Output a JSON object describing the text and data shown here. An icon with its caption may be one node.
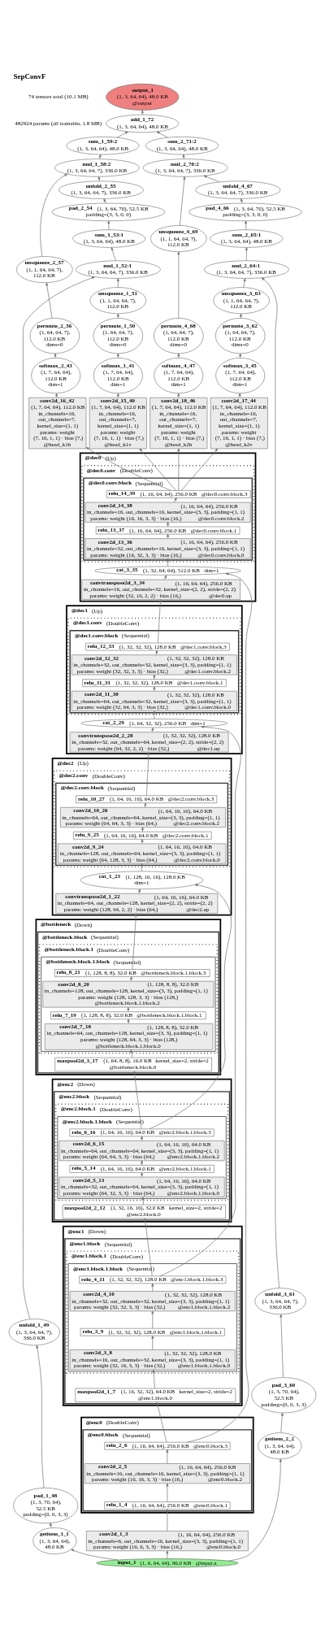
{
  "diagram": {
    "title": "SepConvF",
    "labels": [
      "74 tensors total (10.1 MB)",
      "482924 params (all trainable, 1.8 MB)"
    ],
    "nodes": [
      {
        "text": [
          "output_1",
          "(1, 3, 64, 64), 48.0 KB",
          "@output"
        ]
      },
      {
        "text": [
          "add_1_72",
          "(1, 3, 64, 64), 48.0 KB"
        ]
      },
      {
        "text": [
          "sum_1_59:2",
          "(1, 3, 64, 64), 48.0 KB"
        ]
      },
      {
        "text": [
          "sum_2_71:2",
          "(1, 3, 64, 64), 48.0 KB"
        ]
      },
      {
        "text": [
          "mul_1_58:2",
          "(1, 3, 64, 64, 7), 336.0 KB"
        ]
      },
      {
        "text": [
          "mul_2_70:2",
          "(1, 3, 64, 64, 7), 336.0 KB"
        ]
      },
      {
        "text": [
          "unfold_2_55",
          "(1, 3, 64, 64, 7), 336.0 KB"
        ]
      },
      {
        "text": [
          "unfold_4_67",
          "(1, 3, 64, 64, 7), 336.0 KB"
        ]
      },
      {
        "text": [
          "pad_2_54",
          "(1, 3, 64, 70), 52.5 KB",
          "padding=(3, 3, 0, 0)"
        ]
      },
      {
        "text": [
          "pad_4_66",
          "(1, 3, 64, 70), 52.5 KB",
          "padding=(3, 3, 0, 0)"
        ]
      },
      {
        "text": [
          "sum_1_53:1",
          "(1, 3, 64, 64), 48.0 KB"
        ]
      },
      {
        "text": [
          "sum_2_65:1",
          "(1, 3, 64, 64), 48.0 KB"
        ]
      },
      {
        "text": [
          "mul_1_52:1",
          "(1, 3, 64, 64, 7), 336.0 KB"
        ]
      },
      {
        "text": [
          "mul_2_64:1",
          "(1, 3, 64, 64, 7), 336.0 KB"
        ]
      },
      {
        "text": [
          "unsqueeze_1_51",
          "(1, 1, 64, 64, 7), 112.0 KB"
        ]
      },
      {
        "text": [
          "unsqueeze_2_57",
          "(1, 1, 64, 64, 7), 112.0 KB"
        ]
      },
      {
        "text": [
          "unsqueeze_3_63",
          "(1, 1, 64, 64, 7), 112.0 KB"
        ]
      },
      {
        "text": [
          "unsqueeze_4_69",
          "(1, 1, 64, 64, 7), 112.0 KB"
        ]
      },
      {
        "text": [
          "permute_1_50",
          "(1, 64, 64, 7), 112.0 KB",
          "dims=0"
        ]
      },
      {
        "text": [
          "permute_2_56",
          "(1, 64, 64, 7), 112.0 KB",
          "dims=0"
        ]
      },
      {
        "text": [
          "permute_3_62",
          "(1, 64, 64, 7), 112.0 KB",
          "dims=0"
        ]
      },
      {
        "text": [
          "permute_4_68",
          "(1, 64, 64, 7), 112.0 KB",
          "dims=0"
        ]
      },
      {
        "text": [
          "softmax_1_41",
          "(1, 7, 64, 64), 112.0 KB",
          "dim=1"
        ]
      },
      {
        "text": [
          "softmax_2_43",
          "(1, 7, 64, 64), 112.0 KB",
          "dim=1"
        ]
      },
      {
        "text": [
          "softmax_3_45",
          "(1, 7, 64, 64), 112.0 KB",
          "dim=1"
        ]
      },
      {
        "text": [
          "softmax_4_47",
          "(1, 7, 64, 64), 112.0 KB",
          "dim=1"
        ]
      },
      {
        "text": [
          "conv2d_15_40",
          "(1, 7, 64, 64), 112.0 KB",
          "in_channels=16, out_channels=7, kernel_size=(1, 1)",
          "params: weight (7, 16, 1, 1) · bias (7,)",
          "@head_k1v"
        ]
      },
      {
        "text": [
          "conv2d_16_42",
          "(1, 7, 64, 64), 112.0 KB",
          "in_channels=16, out_channels=7, kernel_size=(1, 1)",
          "params: weight (7, 16, 1, 1) · bias (7,)",
          "@head_k1h"
        ]
      },
      {
        "text": [
          "conv2d_17_44",
          "(1, 7, 64, 64), 112.0 KB",
          "in_channels=16, out_channels=7, kernel_size=(1, 1)",
          "params: weight (7, 16, 1, 1) · bias (7,)",
          "@head_k2v"
        ]
      },
      {
        "text": [
          "conv2d_18_46",
          "(1, 7, 64, 64), 112.0 KB",
          "in_channels=16, out_channels=7, kernel_size=(1, 1)",
          "params: weight (7, 16, 1, 1) · bias (7,)",
          "@head_k2h"
        ]
      },
      {
        "text": [
          "@dec0",
          "(Up)"
        ]
      },
      {
        "text": [
          "@dec0.conv",
          "(DoubleConv)"
        ],
        "in": 30
      },
      {
        "text": [
          "@dec0.conv.block",
          "(Sequential)"
        ],
        "in": 31
      },
      {
        "text": [
          "relu_14_39",
          "(1, 16, 64, 64), 256.0 KB",
          "@dec0.conv.block.3"
        ],
        "in": 32
      },
      {
        "text": [
          "conv2d_14_38",
          "(1, 16, 64, 64), 256.0 KB",
          "in_channels=16, out_channels=16, kernel_size=(3, 3), padding=(1, 1)",
          "params: weight (16, 16, 3, 3) · bias (16,)",
          "@dec0.conv.block.2"
        ],
        "in": 32
      },
      {
        "text": [
          "relu_13_37",
          "(1, 16, 64, 64), 256.0 KB",
          "@dec0.conv.block.1"
        ],
        "in": 32
      },
      {
        "text": [
          "conv2d_13_36",
          "(1, 16, 64, 64), 256.0 KB",
          "in_channels=32, out_channels=16, kernel_size=(3, 3), padding=(1, 1)",
          "params: weight (16, 32, 3, 3) · bias (16,)",
          "@dec0.conv.block.0"
        ],
        "in": 32
      },
      {
        "text": [
          "cat_3_35",
          "(1, 32, 64, 64), 512.0 KB",
          "dim=1"
        ],
        "in": 30
      },
      {
        "text": [
          "convtranspose2d_3_34",
          "(1, 16, 64, 64), 256.0 KB",
          "in_channels=16, out_channels=32, kernel_size=(2, 2), stride=(2, 2)",
          "params: weight (32, 16, 2, 2) · bias (16,)",
          "@dec0.up"
        ],
        "in": 30
      },
      {
        "text": [
          "@dec1",
          "(Up)"
        ]
      },
      {
        "text": [
          "@dec1.conv",
          "(DoubleConv)"
        ],
        "in": 39
      },
      {
        "text": [
          "@dec1.conv.block",
          "(Sequential)"
        ],
        "in": 40
      },
      {
        "text": [
          "relu_12_33",
          "(1, 32, 32, 32), 128.0 KB",
          "@dec1.conv.block.3"
        ],
        "in": 41
      },
      {
        "text": [
          "conv2d_12_32",
          "(1, 32, 32, 32), 128.0 KB",
          "in_channels=32, out_channels=32, kernel_size=(3, 3), padding=(1, 1)",
          "params: weight (32, 32, 3, 3) · bias (32,)",
          "@dec1.conv.block.2"
        ],
        "in": 41
      },
      {
        "text": [
          "relu_11_31",
          "(1, 32, 32, 32), 128.0 KB",
          "@dec1.conv.block.1"
        ],
        "in": 41
      },
      {
        "text": [
          "conv2d_11_30",
          "(1, 32, 32, 32), 128.0 KB",
          "in_channels=64, out_channels=32, kernel_size=(3, 3), padding=(1, 1)",
          "params: weight (32, 64, 3, 3) · bias (32,)",
          "@dec1.conv.block.0"
        ],
        "in": 41
      },
      {
        "text": [
          "cat_2_29",
          "(1, 64, 32, 32), 256.0 KB",
          "dim=1"
        ],
        "in": 39
      },
      {
        "text": [
          "convtranspose2d_2_28",
          "(1, 32, 32, 32), 128.0 KB",
          "in_channels=32, out_channels=64, kernel_size=(2, 2), stride=(2, 2)",
          "params: weight (64, 32, 2, 2) · bias (32,)",
          "@dec1.up"
        ],
        "in": 39
      },
      {
        "text": [
          "@dec2",
          "(Up)"
        ]
      },
      {
        "text": [
          "@dec2.conv",
          "(DoubleConv)"
        ],
        "in": 48
      },
      {
        "text": [
          "@dec2.conv.block",
          "(Sequential)"
        ],
        "in": 49
      },
      {
        "text": [
          "relu_10_27",
          "(1, 64, 16, 16), 64.0 KB",
          "@dec2.conv.block.3"
        ],
        "in": 50
      },
      {
        "text": [
          "conv2d_10_26",
          "(1, 64, 16, 16), 64.0 KB",
          "in_channels=64, out_channels=64, kernel_size=(3, 3), padding=(1, 1)",
          "params: weight (64, 64, 3, 3) · bias (64,)",
          "@dec2.conv.block.2"
        ],
        "in": 50
      },
      {
        "text": [
          "relu_9_25",
          "(1, 64, 16, 16), 64.0 KB",
          "@dec2.conv.block.1"
        ],
        "in": 50
      },
      {
        "text": [
          "conv2d_9_24",
          "(1, 64, 16, 16), 64.0 KB",
          "in_channels=128, out_channels=64, kernel_size=(3, 3), padding=(1, 1)",
          "params: weight (64, 128, 3, 3) · bias (64,)",
          "@dec2.conv.block.0"
        ],
        "in": 50
      },
      {
        "text": [
          "cat_1_23",
          "(1, 128, 16, 16), 128.0 KB",
          "dim=1"
        ],
        "in": 48
      },
      {
        "text": [
          "convtranspose2d_1_22",
          "(1, 64, 16, 16), 64.0 KB",
          "in_channels=64, out_channels=128, kernel_size=(2, 2), stride=(2, 2)",
          "params: weight (128, 64, 2, 2) · bias (64,)",
          "@dec2.up"
        ],
        "in": 48
      },
      {
        "text": [
          "@bottleneck",
          "(Down)"
        ]
      },
      {
        "text": [
          "@bottleneck.block",
          "(Sequential)"
        ],
        "in": 57
      },
      {
        "text": [
          "@bottleneck.block.1",
          "(DoubleConv)"
        ],
        "in": 58
      },
      {
        "text": [
          "@bottleneck.block.1.block",
          "(Sequential)"
        ],
        "in": 59
      },
      {
        "text": [
          "relu_8_21",
          "(1, 128, 8, 8), 32.0 KB",
          "@bottleneck.block.1.block.3"
        ],
        "in": 60
      },
      {
        "text": [
          "conv2d_8_20",
          "(1, 128, 8, 8), 32.0 KB",
          "in_channels=128, out_channels=128, kernel_size=(3, 3), padding=(1, 1)",
          "params: weight (128, 128, 3, 3) · bias (128,)",
          "@bottleneck.block.1.block.2"
        ],
        "in": 60
      },
      {
        "text": [
          "relu_7_19",
          "(1, 128, 8, 8), 32.0 KB",
          "@bottleneck.block.1.block.1"
        ],
        "in": 60
      },
      {
        "text": [
          "conv2d_7_18",
          "(1, 128, 8, 8), 32.0 KB",
          "in_channels=64, out_channels=128, kernel_size=(3, 3), padding=(1, 1)",
          "params: weight (128, 64, 3, 3) · bias (128,)",
          "@bottleneck.block.1.block.0"
        ],
        "in": 60
      },
      {
        "text": [
          "maxpool2d_3_17",
          "(1, 64, 8, 8), 16.0 KB",
          "kernel_size=2, stride=2",
          "@bottleneck.block.0"
        ],
        "in": 58
      },
      {
        "text": [
          "@enc2",
          "(Down)"
        ]
      },
      {
        "text": [
          "@enc2.block",
          "(Sequential)"
        ],
        "in": 66
      },
      {
        "text": [
          "@enc2.block.1",
          "(DoubleConv)"
        ],
        "in": 67
      },
      {
        "text": [
          "@enc2.block.1.block",
          "(Sequential)"
        ],
        "in": 68
      },
      {
        "text": [
          "relu_6_16",
          "(1, 64, 16, 16), 64.0 KB",
          "@enc2.block.1.block.3"
        ],
        "in": 69
      },
      {
        "text": [
          "conv2d_6_15",
          "(1, 64, 16, 16), 64.0 KB",
          "in_channels=64, out_channels=64, kernel_size=(3, 3), padding=(1, 1)",
          "params: weight (64, 64, 3, 3) · bias (64,)",
          "@enc2.block.1.block.2"
        ],
        "in": 69
      },
      {
        "text": [
          "relu_5_14",
          "(1, 64, 16, 16), 64.0 KB",
          "@enc2.block.1.block.1"
        ],
        "in": 69
      },
      {
        "text": [
          "conv2d_5_13",
          "(1, 64, 16, 16), 64.0 KB",
          "in_channels=32, out_channels=64, kernel_size=(3, 3), padding=(1, 1)",
          "params: weight (64, 32, 3, 3) · bias (64,)",
          "@enc2.block.1.block.0"
        ],
        "in": 69
      },
      {
        "text": [
          "maxpool2d_2_12",
          "(1, 32, 16, 16), 32.0 KB",
          "kernel_size=2, stride=2",
          "@enc2.block.0"
        ],
        "in": 67
      },
      {
        "text": [
          "@enc1",
          "(Down)"
        ]
      },
      {
        "text": [
          "@enc1.block",
          "(Sequential)"
        ],
        "in": 75
      },
      {
        "text": [
          "@enc1.block.1",
          "(DoubleConv)"
        ],
        "in": 76
      },
      {
        "text": [
          "@enc1.block.1.block",
          "(Sequential)"
        ],
        "in": 77
      },
      {
        "text": [
          "relu_4_11",
          "(1, 32, 32, 32), 128.0 KB",
          "@enc1.block.1.block.3"
        ],
        "in": 78
      },
      {
        "text": [
          "conv2d_4_10",
          "(1, 32, 32, 32), 128.0 KB",
          "in_channels=32, out_channels=32, kernel_size=(3, 3), padding=(1, 1)",
          "params: weight (32, 32, 3, 3) · bias (32,)",
          "@enc1.block.1.block.2"
        ],
        "in": 78
      },
      {
        "text": [
          "relu_3_9",
          "(1, 32, 32, 32), 128.0 KB",
          "@enc1.block.1.block.1"
        ],
        "in": 78
      },
      {
        "text": [
          "conv2d_3_8",
          "(1, 32, 32, 32), 128.0 KB",
          "in_channels=16, out_channels=32, kernel_size=(3, 3), padding=(1, 1)",
          "params: weight (32, 16, 3, 3) · bias (32,)",
          "@enc1.block.1.block.0"
        ],
        "in": 78
      },
      {
        "text": [
          "maxpool2d_1_7",
          "(1, 16, 32, 32), 64.0 KB",
          "kernel_size=2, stride=2",
          "@enc1.block.0"
        ],
        "in": 76
      },
      {
        "text": [
          "@enc0",
          "(DoubleConv)"
        ]
      },
      {
        "text": [
          "@enc0.block",
          "(Sequential)"
        ],
        "in": 84
      },
      {
        "text": [
          "relu_2_6",
          "(1, 16, 64, 64), 256.0 KB",
          "@enc0.block.3"
        ],
        "in": 85
      },
      {
        "text": [
          "conv2d_2_5",
          "(1, 16, 64, 64), 256.0 KB",
          "in_channels=16, out_channels=16, kernel_size=(3, 3), padding=(1, 1)",
          "params: weight (16, 16, 3, 3) · bias (16,)",
          "@enc0.block.2"
        ],
        "in": 85
      },
      {
        "text": [
          "relu_1_4",
          "(1, 16, 64, 64), 256.0 KB",
          "@enc0.block.1"
        ],
        "in": 85
      },
      {
        "text": [
          "unfold_1_49",
          "(1, 3, 64, 64, 7), 336.0 KB"
        ]
      },
      {
        "text": [
          "unfold_3_61",
          "(1, 3, 64, 64, 7), 336.0 KB"
        ]
      },
      {
        "text": [
          "pad_1_48",
          "(1, 3, 70, 64), 52.5 KB",
          "padding=(0, 0, 3, 3)"
        ]
      },
      {
        "text": [
          "pad_3_60",
          "(1, 3, 70, 64), 52.5 KB",
          "padding=(0, 0, 3, 3)"
        ]
      },
      {
        "text": [
          "getitem_1_1",
          "(1, 3, 64, 64), 48.0 KB"
        ]
      },
      {
        "text": [
          "getitem_2_2",
          "(1, 3, 64, 64), 48.0 KB"
        ]
      },
      {
        "text": [
          "conv2d_1_3",
          "(1, 16, 64, 64), 256.0 KB",
          "in_channels=6, out_channels=16, kernel_size=(3, 3), padding=(1, 1)",
          "params: weight (16, 6, 3, 3) · bias (16,)",
          "@enc0.block.0"
        ]
      },
      {
        "text": [
          "input_1",
          "(1, 6, 64, 64), 96.0 KB",
          "@input.x"
        ]
      }
    ],
    "edges": [
      {
        "from": 96,
        "to": 93,
        "arrow": "to"
      },
      {
        "from": 96,
        "to": 94,
        "arrow": "to"
      },
      {
        "from": 96,
        "to": 95,
        "arrow": "to"
      },
      {
        "from": 93,
        "to": 91,
        "arrow": "to"
      },
      {
        "from": 91,
        "to": 89,
        "arrow": "to"
      },
      {
        "from": 89,
        "to": 12,
        "arrow": "to"
      },
      {
        "from": 94,
        "to": 92,
        "arrow": "to"
      },
      {
        "from": 92,
        "to": 90,
        "arrow": "to"
      },
      {
        "from": 90,
        "to": 13,
        "arrow": "to"
      },
      {
        "from": 95,
        "to": 88,
        "arrow": "to"
      },
      {
        "from": 88,
        "to": 87,
        "arrow": "to"
      },
      {
        "from": 87,
        "to": 86,
        "arrow": "to"
      },
      {
        "from": 86,
        "to": 83,
        "arrow": "to"
      },
      {
        "from": 86,
        "to": 37,
        "arrow": "to"
      },
      {
        "from": 83,
        "to": 82,
        "arrow": "to"
      },
      {
        "from": 82,
        "to": 81,
        "arrow": "to"
      },
      {
        "from": 81,
        "to": 80,
        "arrow": "to"
      },
      {
        "from": 80,
        "to": 79,
        "arrow": "to"
      },
      {
        "from": 79,
        "to": 74,
        "arrow": "to"
      },
      {
        "from": 79,
        "to": 46,
        "arrow": "to"
      },
      {
        "from": 74,
        "to": 73,
        "arrow": "to"
      },
      {
        "from": 73,
        "to": 72,
        "arrow": "to"
      },
      {
        "from": 72,
        "to": 71,
        "arrow": "to"
      },
      {
        "from": 71,
        "to": 70,
        "arrow": "to"
      },
      {
        "from": 70,
        "to": 65,
        "arrow": "to"
      },
      {
        "from": 70,
        "to": 55,
        "arrow": "to"
      },
      {
        "from": 65,
        "to": 64,
        "arrow": "to"
      },
      {
        "from": 64,
        "to": 63,
        "arrow": "to"
      },
      {
        "from": 63,
        "to": 62,
        "arrow": "to"
      },
      {
        "from": 62,
        "to": 61,
        "arrow": "to"
      },
      {
        "from": 61,
        "to": 56,
        "arrow": "to"
      },
      {
        "from": 56,
        "to": 55,
        "arrow": "to"
      },
      {
        "from": 55,
        "to": 54,
        "arrow": "to"
      },
      {
        "from": 54,
        "to": 53,
        "arrow": "to"
      },
      {
        "from": 53,
        "to": 52,
        "arrow": "to"
      },
      {
        "from": 52,
        "to": 51,
        "arrow": "to"
      },
      {
        "from": 51,
        "to": 47,
        "arrow": "to"
      },
      {
        "from": 47,
        "to": 46,
        "arrow": "to"
      },
      {
        "from": 46,
        "to": 45,
        "arrow": "to"
      },
      {
        "from": 45,
        "to": 44,
        "arrow": "to"
      },
      {
        "from": 44,
        "to": 43,
        "arrow": "to"
      },
      {
        "from": 43,
        "to": 42,
        "arrow": "to"
      },
      {
        "from": 42,
        "to": 38,
        "arrow": "to"
      },
      {
        "from": 38,
        "to": 37,
        "arrow": "to"
      },
      {
        "from": 37,
        "to": 36,
        "arrow": "to"
      },
      {
        "from": 36,
        "to": 35,
        "arrow": "to"
      },
      {
        "from": 35,
        "to": 34,
        "arrow": "to"
      },
      {
        "from": 34,
        "to": 33,
        "arrow": "to"
      },
      {
        "from": 33,
        "to": 26,
        "arrow": "to"
      },
      {
        "from": 33,
        "to": 27,
        "arrow": "to"
      },
      {
        "from": 33,
        "to": 28,
        "arrow": "to"
      },
      {
        "from": 33,
        "to": 29,
        "arrow": "to"
      },
      {
        "from": 26,
        "to": 22,
        "arrow": "to"
      },
      {
        "from": 22,
        "to": 18,
        "arrow": "to"
      },
      {
        "from": 18,
        "to": 14,
        "arrow": "to"
      },
      {
        "from": 14,
        "to": 12,
        "arrow": "to"
      },
      {
        "from": 27,
        "to": 23,
        "arrow": "to"
      },
      {
        "from": 23,
        "to": 19,
        "arrow": "to"
      },
      {
        "from": 19,
        "to": 15,
        "arrow": "to"
      },
      {
        "from": 15,
        "to": 4,
        "arrow": "to"
      },
      {
        "from": 28,
        "to": 24,
        "arrow": "to"
      },
      {
        "from": 24,
        "to": 20,
        "arrow": "to"
      },
      {
        "from": 20,
        "to": 16,
        "arrow": "to"
      },
      {
        "from": 16,
        "to": 13,
        "arrow": "to"
      },
      {
        "from": 29,
        "to": 25,
        "arrow": "to"
      },
      {
        "from": 25,
        "to": 21,
        "arrow": "to"
      },
      {
        "from": 21,
        "to": 17,
        "arrow": "to"
      },
      {
        "from": 17,
        "to": 5,
        "arrow": "to"
      },
      {
        "from": 12,
        "to": 10,
        "arrow": "to"
      },
      {
        "from": 10,
        "to": 8,
        "arrow": "to"
      },
      {
        "from": 8,
        "to": 6,
        "arrow": "to"
      },
      {
        "from": 6,
        "to": 4,
        "arrow": "to"
      },
      {
        "from": 4,
        "to": 2,
        "arrow": "to"
      },
      {
        "from": 2,
        "to": 1,
        "arrow": "to"
      },
      {
        "from": 13,
        "to": 11,
        "arrow": "to"
      },
      {
        "from": 11,
        "to": 9,
        "arrow": "to"
      },
      {
        "from": 9,
        "to": 7,
        "arrow": "to"
      },
      {
        "from": 7,
        "to": 5,
        "arrow": "to"
      },
      {
        "from": 5,
        "to": 3,
        "arrow": "to"
      },
      {
        "from": 3,
        "to": 1,
        "arrow": "to"
      },
      {
        "from": 1,
        "to": 0,
        "arrow": "to"
      }
    ]
  }
}
